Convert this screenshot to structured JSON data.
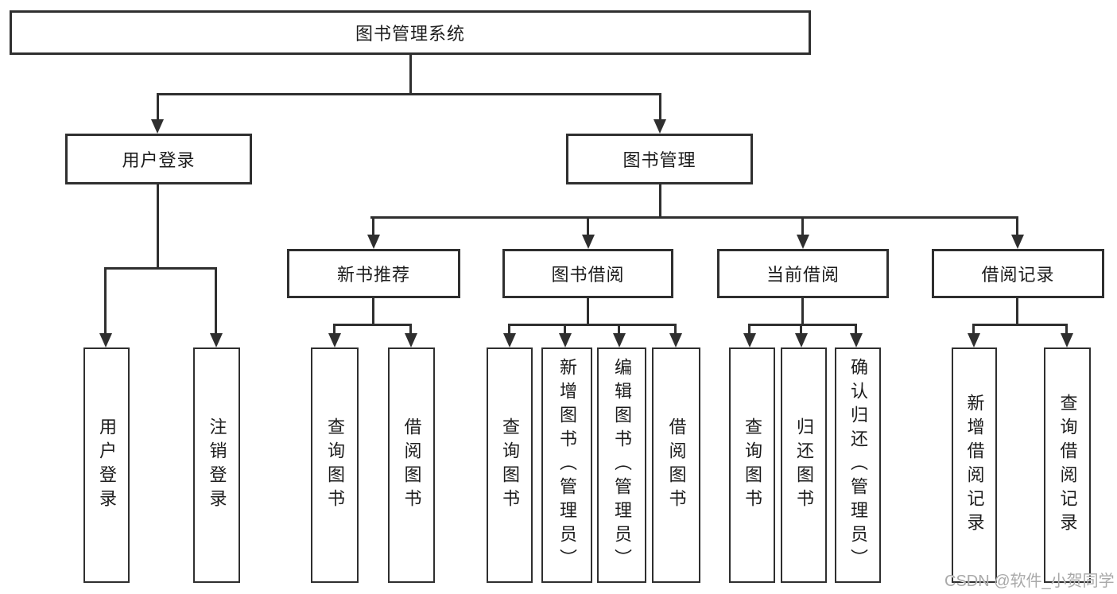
{
  "diagram": {
    "root": {
      "label": "图书管理系统",
      "children": [
        {
          "label": "用户登录",
          "children": [
            {
              "label": "用户登录"
            },
            {
              "label": "注销登录"
            }
          ]
        },
        {
          "label": "图书管理",
          "children": [
            {
              "label": "新书推荐",
              "children": [
                {
                  "label": "查询图书"
                },
                {
                  "label": "借阅图书"
                }
              ]
            },
            {
              "label": "图书借阅",
              "children": [
                {
                  "label": "查询图书"
                },
                {
                  "label": "新增图书（管理员）"
                },
                {
                  "label": "编辑图书（管理员）"
                },
                {
                  "label": "借阅图书"
                }
              ]
            },
            {
              "label": "当前借阅",
              "children": [
                {
                  "label": "查询图书"
                },
                {
                  "label": "归还图书"
                },
                {
                  "label": "确认归还（管理员）"
                }
              ]
            },
            {
              "label": "借阅记录",
              "children": [
                {
                  "label": "新增借阅记录"
                },
                {
                  "label": "查询借阅记录"
                }
              ]
            }
          ]
        }
      ]
    }
  },
  "watermark": {
    "text": "CSDN @软件_小贺同学"
  },
  "colors": {
    "line": "#2f2f2f",
    "text": "#1c1c1c",
    "watermark": "#a9a9a9",
    "background": "#ffffff"
  }
}
